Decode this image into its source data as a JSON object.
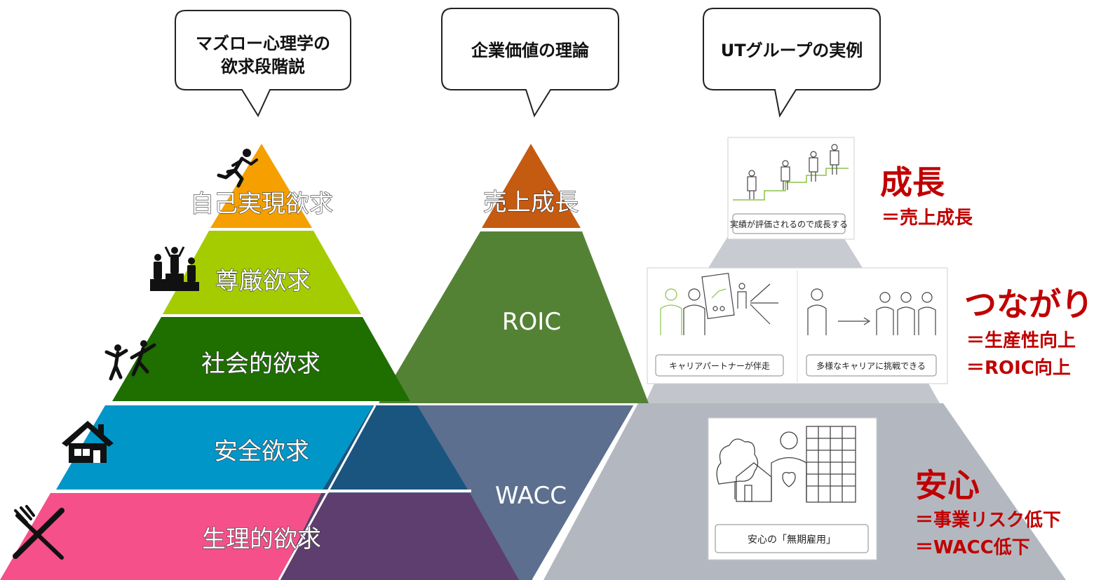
{
  "bubbles": {
    "maslow": [
      "マズロー心理学の",
      "欲求段階説"
    ],
    "theory": "企業価値の理論",
    "ut": "UTグループの実例"
  },
  "maslow_levels": {
    "self_actualization": "自己実現欲求",
    "esteem": "尊厳欲求",
    "social": "社会的欲求",
    "safety": "安全欲求",
    "physiological": "生理的欲求"
  },
  "theory_levels": {
    "sales_growth": "売上成長",
    "roic": "ROIC",
    "wacc": "WACC"
  },
  "cards": {
    "growth_caption": "実績が評価されるので成長する",
    "partner_caption": "キャリアパートナーが伴走",
    "career_caption": "多様なキャリアに挑戦できる",
    "security_caption": "安心の「無期雇用」"
  },
  "labels": {
    "growth": "成長",
    "growth_sub": "＝売上成長",
    "connection": "つながり",
    "connection_sub1": "＝生産性向上",
    "connection_sub2": "＝ROIC向上",
    "security": "安心",
    "security_sub1": "＝事業リスク低下",
    "security_sub2": "＝WACC低下"
  },
  "colors": {
    "self_actualization": "#f5a000",
    "esteem": "#a5cc00",
    "social": "#1e6e00",
    "safety": "#0096c8",
    "physiological": "#f5508a",
    "sales_growth": "#c55a11",
    "roic": "#548235",
    "wacc_upper": "#1a5580",
    "wacc_lower": "#5e3e6e",
    "wacc": "#5c6f8e",
    "accent_red": "#c00000",
    "gray_pyramid": "#b3b8c0"
  },
  "icons": [
    "running-person-icon",
    "podium-icon",
    "people-icon",
    "house-icon",
    "fork-knife-icon"
  ]
}
